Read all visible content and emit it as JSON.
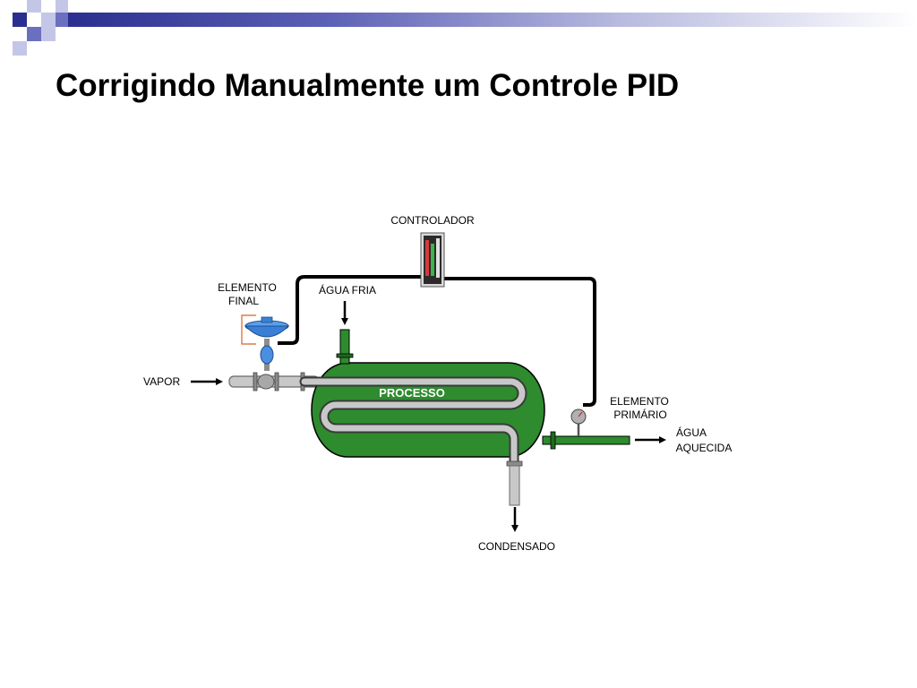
{
  "slide": {
    "title": "Corrigindo Manualmente um Controle PID",
    "accent_colors": {
      "header_dark": "#2a2f8f",
      "header_light": "#b8badf",
      "square_mid": "#6b6fc0",
      "square_light": "#c4c6e8"
    }
  },
  "diagram": {
    "labels": {
      "controlador": "CONTROLADOR",
      "elemento_final_1": "ELEMENTO",
      "elemento_final_2": "FINAL",
      "agua_fria": "ÁGUA FRIA",
      "vapor": "VAPOR",
      "processo": "PROCESSO",
      "elemento_primario_1": "ELEMENTO",
      "elemento_primario_2": "PRIMÁRIO",
      "agua_aquecida_1": "ÁGUA",
      "agua_aquecida_2": "AQUECIDA",
      "condensado": "CONDENSADO"
    },
    "colors": {
      "tank_green": "#2e8b2e",
      "tank_dark": "#1f6a1f",
      "pipe_gray": "#bfbfbf",
      "valve_blue": "#3a7fd5",
      "signal_line": "#000000"
    }
  }
}
